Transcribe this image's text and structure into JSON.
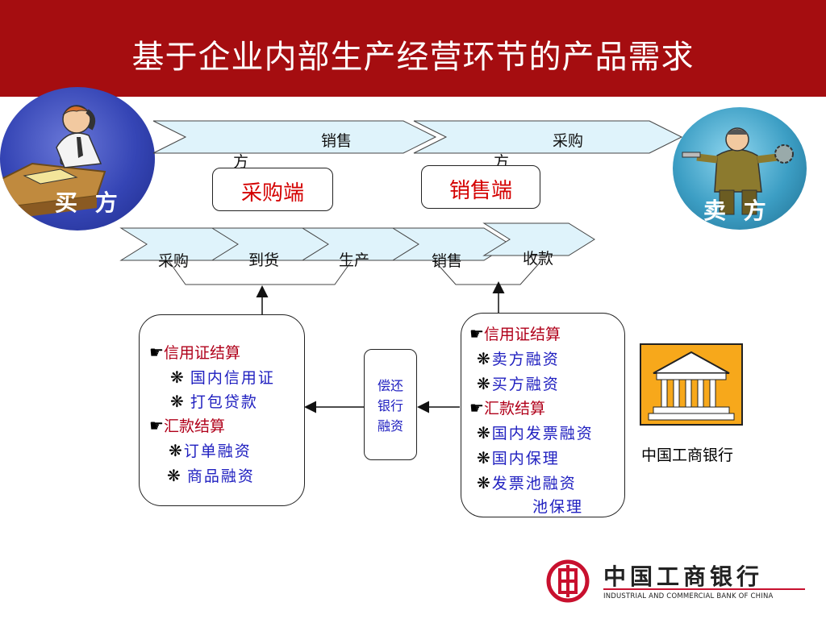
{
  "header": {
    "title": "基于企业内部生产经营环节的产品需求"
  },
  "parties": {
    "buyer": "买 方",
    "seller": "卖 方"
  },
  "top_arrows": [
    {
      "line1": "销售",
      "line2": "方"
    },
    {
      "line1": "采购",
      "line2": "方"
    }
  ],
  "ends": {
    "purchase_end": "采购端",
    "sales_end": "销售端"
  },
  "process_steps": [
    "采购",
    "到货",
    "生产",
    "销售",
    "收款"
  ],
  "left_panel": {
    "section1": "信用证结算",
    "item1": "国内信用证",
    "item2": "打包贷款",
    "section2": "汇款结算",
    "item3": "订单融资",
    "item4": "商品融资"
  },
  "middle_box": {
    "lines": [
      "偿还",
      "银行",
      "融资"
    ]
  },
  "right_panel": {
    "section1": "信用证结算",
    "item1": "卖方融资",
    "item2": "买方融资",
    "section2": "汇款结算",
    "item3": "国内发票融资",
    "item4": "国内保理",
    "item5": "发票池融资",
    "item5_cont": "池保理"
  },
  "bank": {
    "caption": "中国工商银行",
    "logo_cn": "中国工商银行",
    "logo_en": "INDUSTRIAL AND COMMERCIAL BANK OF CHINA"
  },
  "icons": {
    "pin": "☛",
    "star": "❋"
  },
  "colors": {
    "header": "#a50d10",
    "accent_red": "#d40000",
    "item_blue": "#2020c0",
    "arrow_fill": "#dff3fb"
  }
}
